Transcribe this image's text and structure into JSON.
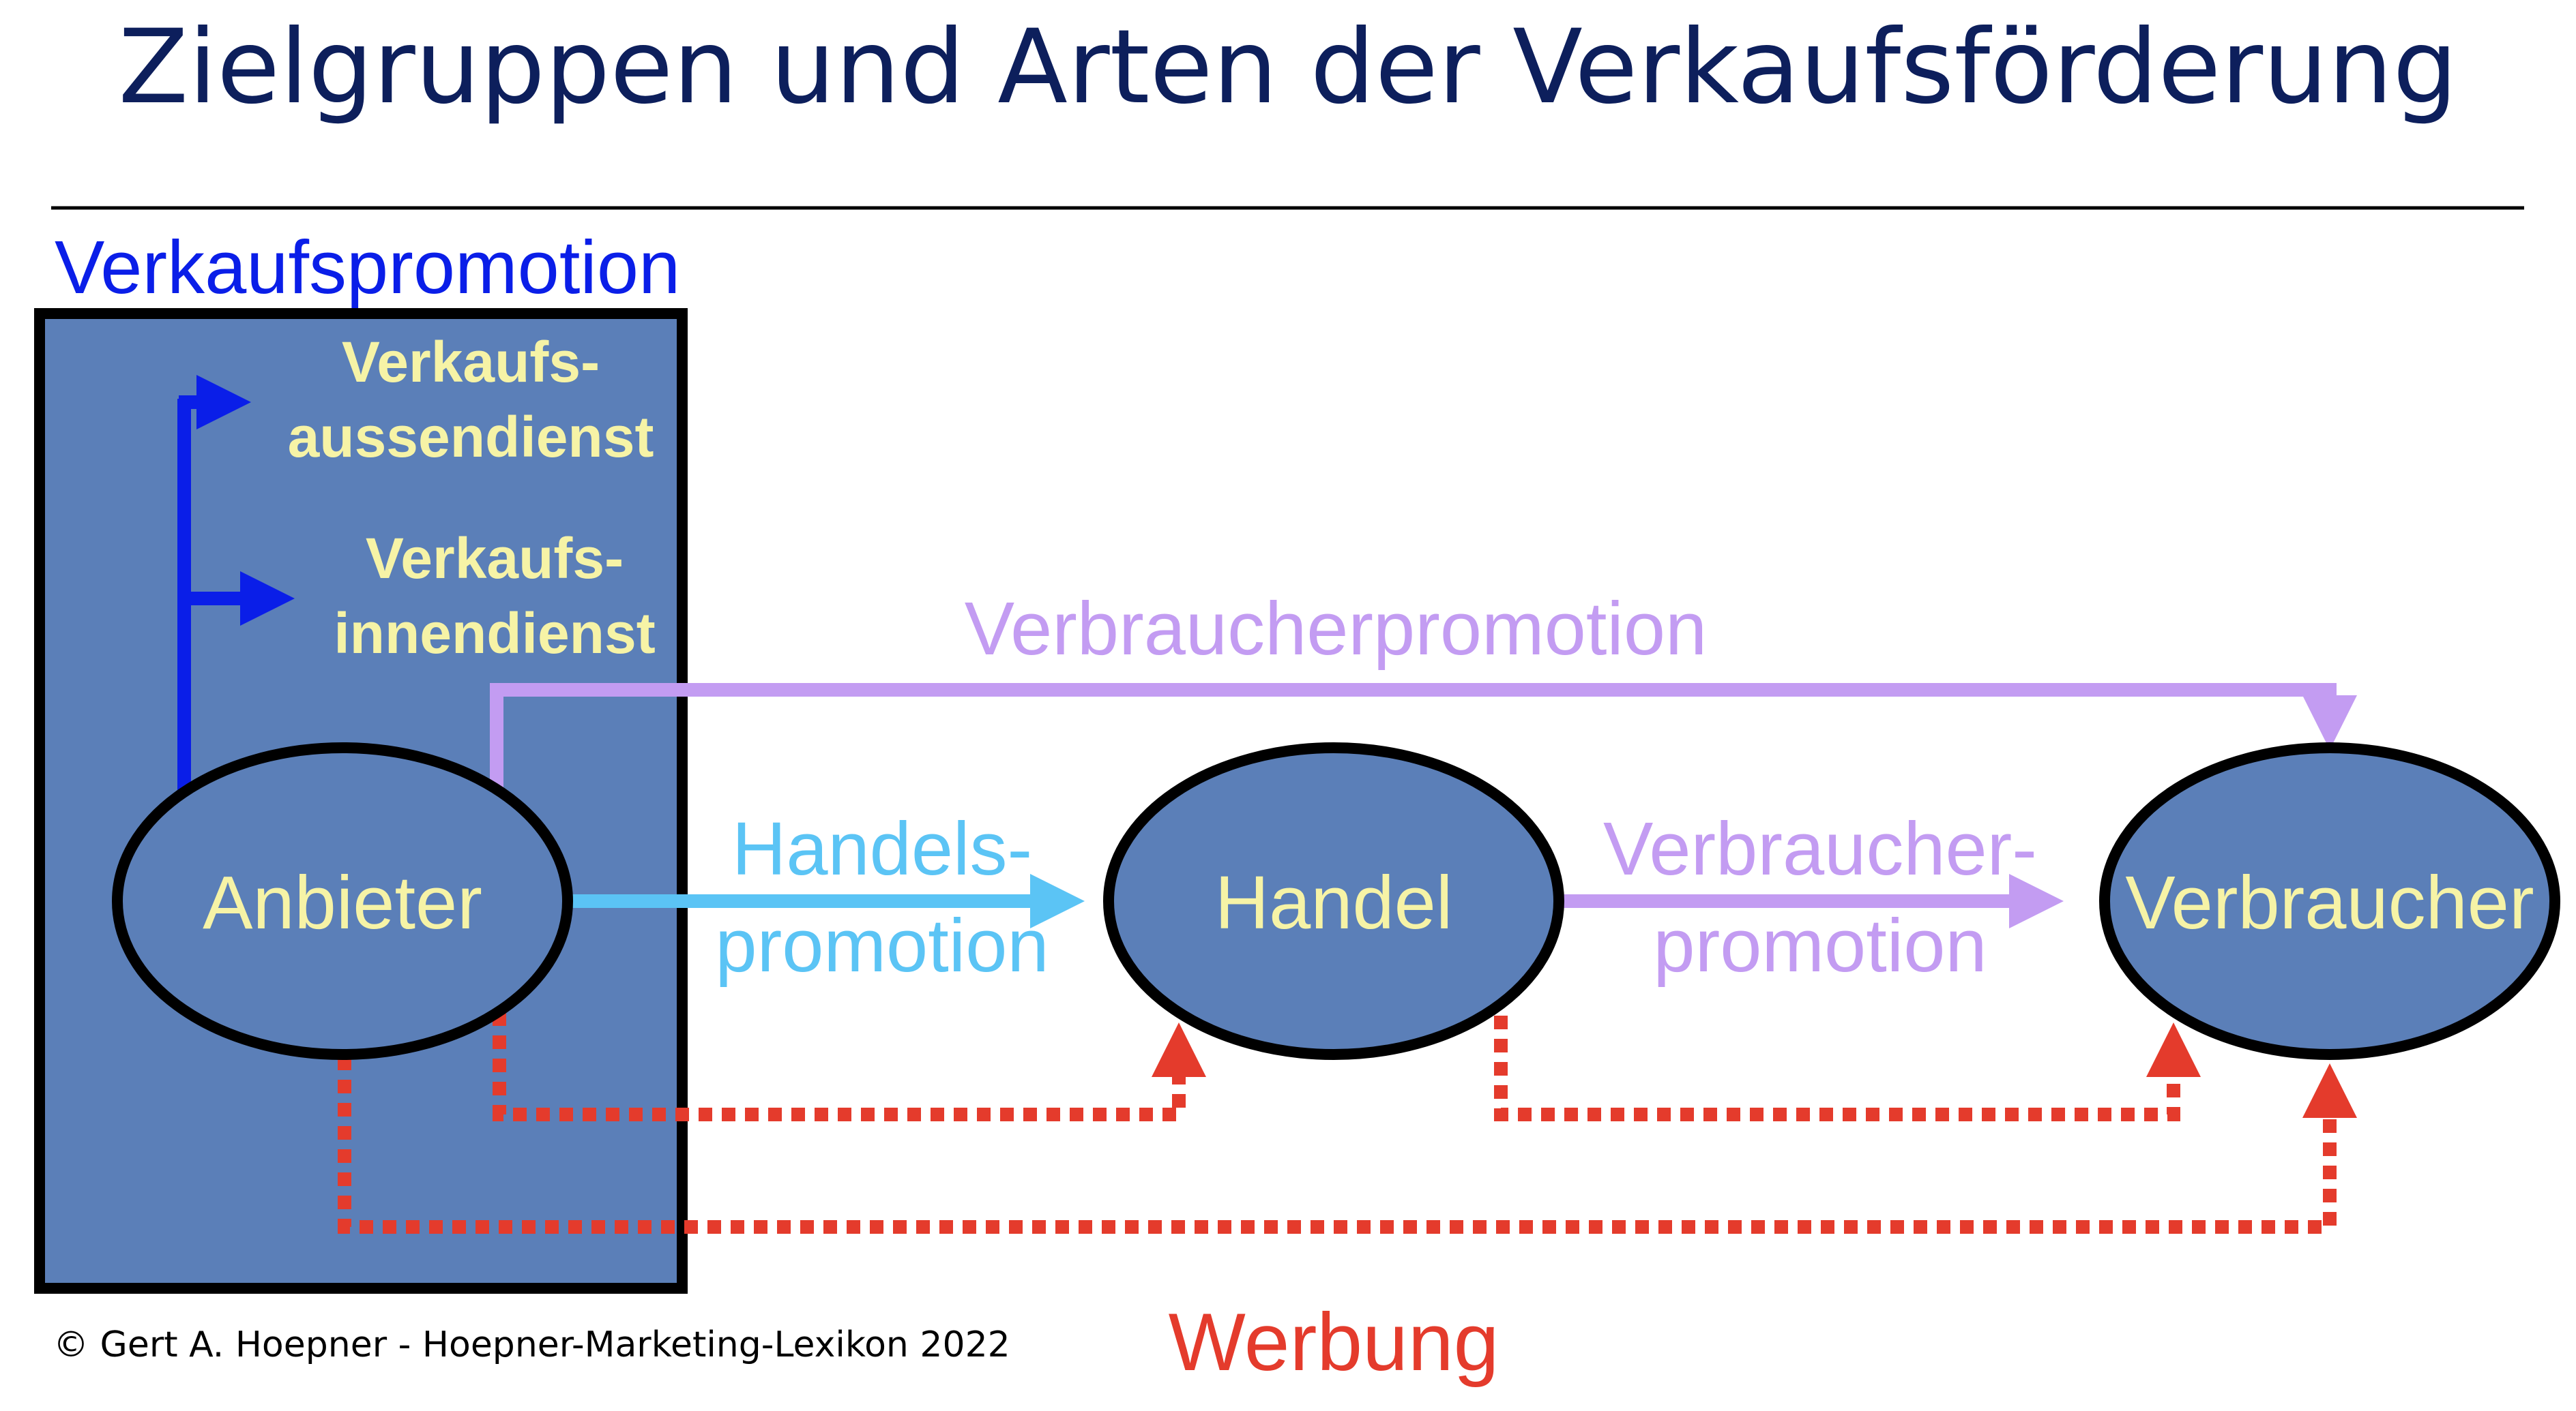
{
  "title": "Zielgruppen und Arten der Verkaufsförderung",
  "colors": {
    "title": "#0d1f5c",
    "blue": "#0a1ee8",
    "box_fill": "#5b7fb8",
    "yellow_text": "#f6f3a6",
    "light_blue": "#5bc4f5",
    "lavender": "#c39cf2",
    "red": "#e43b2c",
    "black": "#000000"
  },
  "verkaufspromotion": {
    "heading": "Verkaufspromotion",
    "aussendienst_line1": "Verkaufs-",
    "aussendienst_line2": "aussendienst",
    "innendienst_line1": "Verkaufs-",
    "innendienst_line2": "innendienst"
  },
  "nodes": {
    "anbieter": "Anbieter",
    "handel": "Handel",
    "verbraucher": "Verbraucher"
  },
  "edges": {
    "verbraucherpromotion_top": "Verbraucherpromotion",
    "handelspromotion_line1": "Handels-",
    "handelspromotion_line2": "promotion",
    "verbraucherpromotion_mid_line1": "Verbraucher-",
    "verbraucherpromotion_mid_line2": "promotion",
    "werbung": "Werbung"
  },
  "footer": {
    "copyright": "© Gert A. Hoepner - Hoepner-Marketing-Lexikon 2022"
  }
}
